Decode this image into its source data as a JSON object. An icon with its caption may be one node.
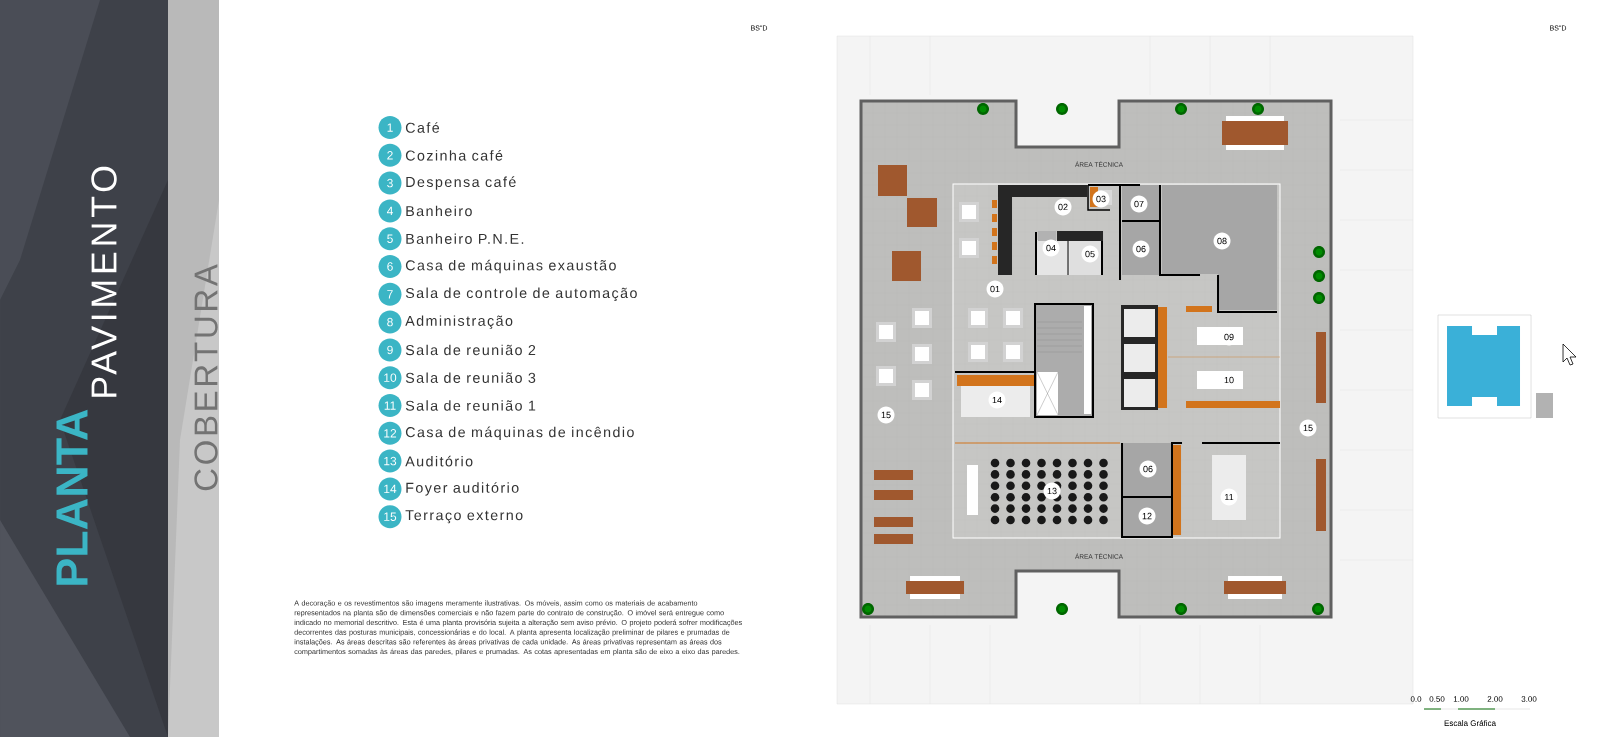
{
  "diagram": {
    "nodes": [
      {
        "text": [
          "1"
        ],
        "beside": [
          "Café"
        ]
      },
      {
        "text": [
          "2"
        ],
        "beside": [
          "Cozinha café"
        ]
      },
      {
        "text": [
          "3"
        ],
        "beside": [
          "Despensa café"
        ]
      },
      {
        "text": [
          "4"
        ],
        "beside": [
          "Banheiro"
        ]
      },
      {
        "text": [
          "5"
        ],
        "beside": [
          "Banheiro P.N.E."
        ]
      },
      {
        "text": [
          "6"
        ],
        "beside": [
          "Casa de máquinas exaustão"
        ]
      },
      {
        "text": [
          "7"
        ],
        "beside": [
          "Sala de controle de automação"
        ]
      },
      {
        "text": [
          "8"
        ],
        "beside": [
          "Administração"
        ]
      },
      {
        "text": [
          "9"
        ],
        "beside": [
          "Sala de reunião 2"
        ]
      },
      {
        "text": [
          "10"
        ],
        "beside": [
          "Sala de reunião 3"
        ]
      },
      {
        "text": [
          "11"
        ],
        "beside": [
          "Sala de reunião 1"
        ]
      },
      {
        "text": [
          "12"
        ],
        "beside": [
          "Casa de máquinas de incêndio"
        ]
      },
      {
        "text": [
          "13"
        ],
        "beside": [
          "Auditório"
        ]
      },
      {
        "text": [
          "14"
        ],
        "beside": [
          "Foyer auditório"
        ]
      },
      {
        "text": [
          "15"
        ],
        "beside": [
          "Terraço externo"
        ]
      },
      {
        "text": [
          "02"
        ]
      },
      {
        "text": [
          "03"
        ]
      },
      {
        "text": [
          "07"
        ]
      },
      {
        "text": [
          "04"
        ]
      },
      {
        "text": [
          "05"
        ]
      },
      {
        "text": [
          "06"
        ]
      },
      {
        "text": [
          "08"
        ]
      },
      {
        "text": [
          "01"
        ]
      },
      {
        "text": [
          "09"
        ]
      },
      {
        "text": [
          "10"
        ]
      },
      {
        "text": [
          "14"
        ]
      },
      {
        "text": [
          "15"
        ]
      },
      {
        "text": [
          "15"
        ]
      },
      {
        "text": [
          "06"
        ]
      },
      {
        "text": [
          "13"
        ]
      },
      {
        "text": [
          "11"
        ]
      },
      {
        "text": [
          "12"
        ]
      }
    ],
    "labels": [
      "PLANTA",
      "PAVIMENTO",
      "COBERTURA",
      "BS\"D",
      "BS\"D",
      "ÁREA TÉCNICA",
      "ÁREA TÉCNICA",
      "A decoração e os revestimentos são imagens meramente ilustrativas. Os móveis, assim como os materiais de acabamento representados na planta são de dimensões comerciais e não fazem parte do contrato de construção. O imóvel será entregue como indicado no memorial descritivo. Esta é uma planta provisória sujeita a alteração sem aviso prévio. O projeto poderá sofrer modificações decorrentes das posturas municipais, concessionárias e do local. A planta apresenta localização preliminar de pilares e prumadas de instalações. As áreas descritas são referentes às áreas privativas de cada unidade. As áreas privativas representam as áreas dos compartimentos somadas às áreas das paredes, pilares e prumadas. As cotas apresentadas em planta são de eixo a eixo das paredes.",
      "0.0",
      "0.50",
      "1.00",
      "2.00",
      "3.00",
      "Escala Gráfica"
    ]
  }
}
